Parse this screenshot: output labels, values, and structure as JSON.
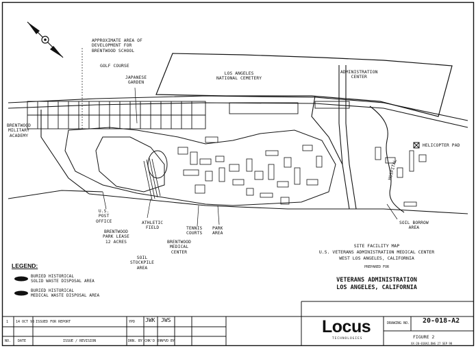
{
  "labels": {
    "approx_area": "APPROXIMATE AREA OF\nDEVELOPMENT FOR\nBRENTWOOD SCHOOL",
    "golf_course": "GOLF COURSE",
    "japanese_garden": "JAPANESE\nGARDEN",
    "la_cemetery": "LOS ANGELES\nNATIONAL CEMETERY",
    "administration_center": "ADMINISTRATION\nCENTER",
    "military_academy": "BRENTWOOD\nMILITARY\nACADEMY",
    "helicopter_pad": "HELICOPTER PAD",
    "hospital": "HOSPITAL",
    "post_office": "U.S.\nPOST\nOFFICE",
    "park_lease": "BRENTWOOD\nPARK LEASE\n12 ACRES",
    "athletic_field": "ATHLETIC\nFIELD",
    "tennis_courts": "TENNIS\nCOURTS",
    "park_area": "PARK\nAREA",
    "soil_borrow": "SOIL BORROW\nAREA",
    "medical_center": "BRENTWOOD\nMEDICAL\nCENTER",
    "soil_stockpile": "SOIL\nSTOCKPILE\nAREA"
  },
  "legend": {
    "title": "LEGEND:",
    "item1": "BURIED HISTORICAL\nSOLID WASTE DISPOSAL AREA",
    "item2": "BURIED HISTORICAL\nMEDICAL WASTE DISPOSAL AREA"
  },
  "title": {
    "line1": "SITE FACILITY MAP",
    "line2": "U.S. VETERANS ADMINISTRATION MEDICAL CENTER",
    "line3": "WEST LOS ANGELES, CALIFORNIA",
    "prepared": "PREPARED FOR",
    "client1": "VETERANS ADMINISTRATION",
    "client2": "LOS ANGELES, CALIFORNIA"
  },
  "titleblock": {
    "rev_no": "1",
    "rev_date": "14 OCT 98",
    "rev_issue": "ISSUED FOR REPORT",
    "col_no": "NO.",
    "col_date": "DATE",
    "col_issue": "ISSUE / REVISION",
    "col_drn": "DRN. BY",
    "col_chkd": "CHK'D BY",
    "col_apvd": "APVD BY",
    "drn_initial": "YPD",
    "chk_initial": "JWK",
    "apvd_initial": "JWS",
    "logo": "Locus",
    "logo_sub": "TECHNOLOGIES",
    "drawing_no_label": "DRAWING NO.",
    "drawing_no": "20-018-A2",
    "figure": "FIGURE 2",
    "file_ref": "XX-20-018A2.DWG  27 SEP 98"
  }
}
